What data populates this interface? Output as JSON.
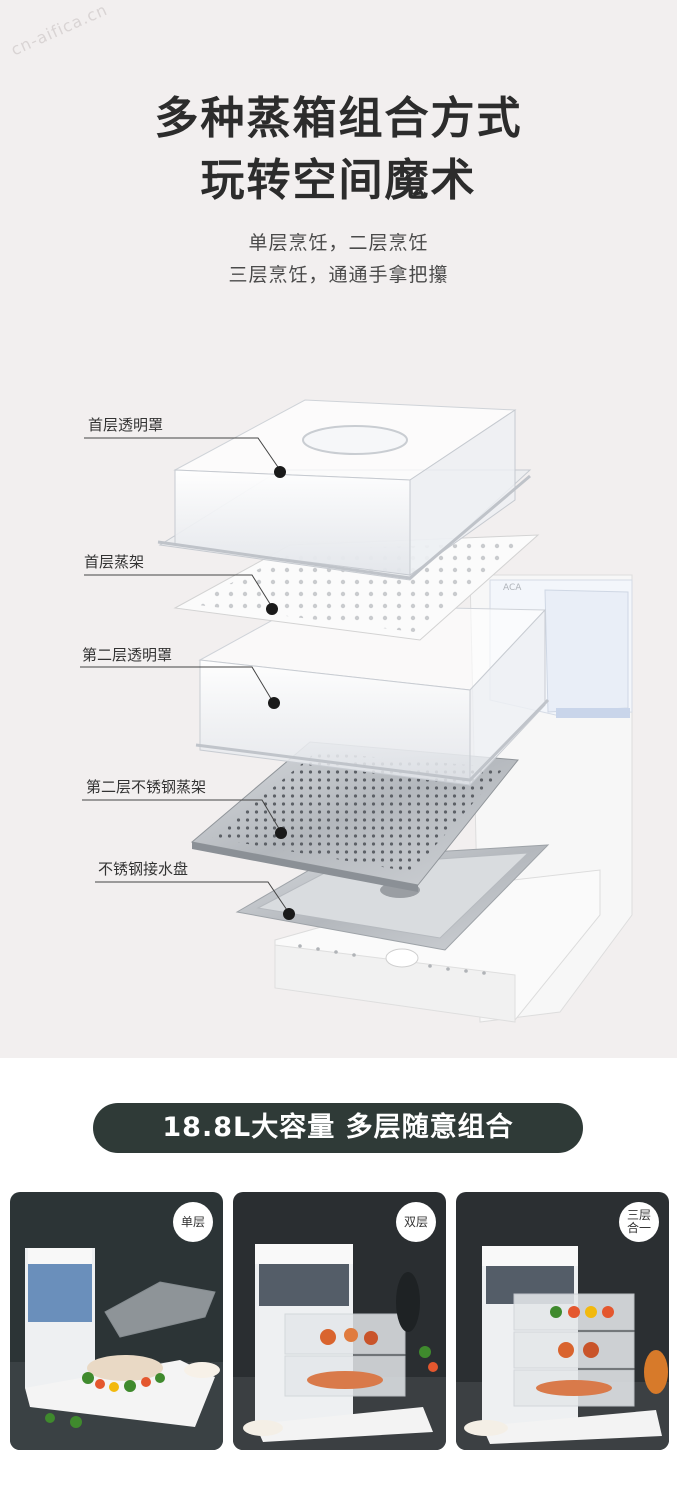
{
  "watermark": "cn-aifica.cn",
  "headline": {
    "line1": "多种蒸箱组合方式",
    "line2": "玩转空间魔术"
  },
  "subtext": {
    "line1": "单层烹饪，二层烹饪",
    "line2": "三层烹饪，通通手拿把攥"
  },
  "parts": [
    {
      "label": "首层透明罩"
    },
    {
      "label": "首层蒸架"
    },
    {
      "label": "第二层透明罩"
    },
    {
      "label": "第二层不锈钢蒸架"
    },
    {
      "label": "不锈钢接水盘"
    }
  ],
  "device_brand": "ACA",
  "banner": "18.8L大容量 多层随意组合",
  "photos": [
    {
      "badge": "单层"
    },
    {
      "badge": "双层"
    },
    {
      "badge": "三层合一"
    }
  ],
  "colors": {
    "top_bg": "#f2efef",
    "banner_bg": "#2f3a37",
    "accent": "#e4572e"
  }
}
